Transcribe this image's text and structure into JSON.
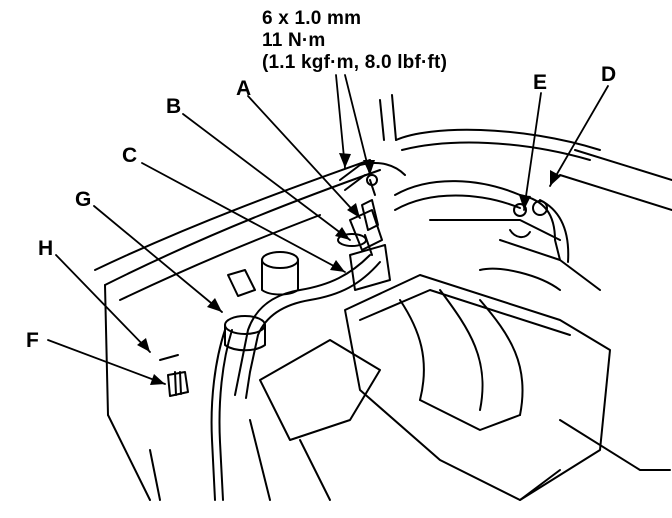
{
  "spec": {
    "bolt_size": "6 x 1.0 mm",
    "torque_nm": "11 N·m",
    "torque_alt": "(1.1 kgf·m, 8.0 lbf·ft)"
  },
  "callouts": {
    "a": "A",
    "b": "B",
    "c": "C",
    "d": "D",
    "e": "E",
    "f": "F",
    "g": "G",
    "h": "H"
  }
}
